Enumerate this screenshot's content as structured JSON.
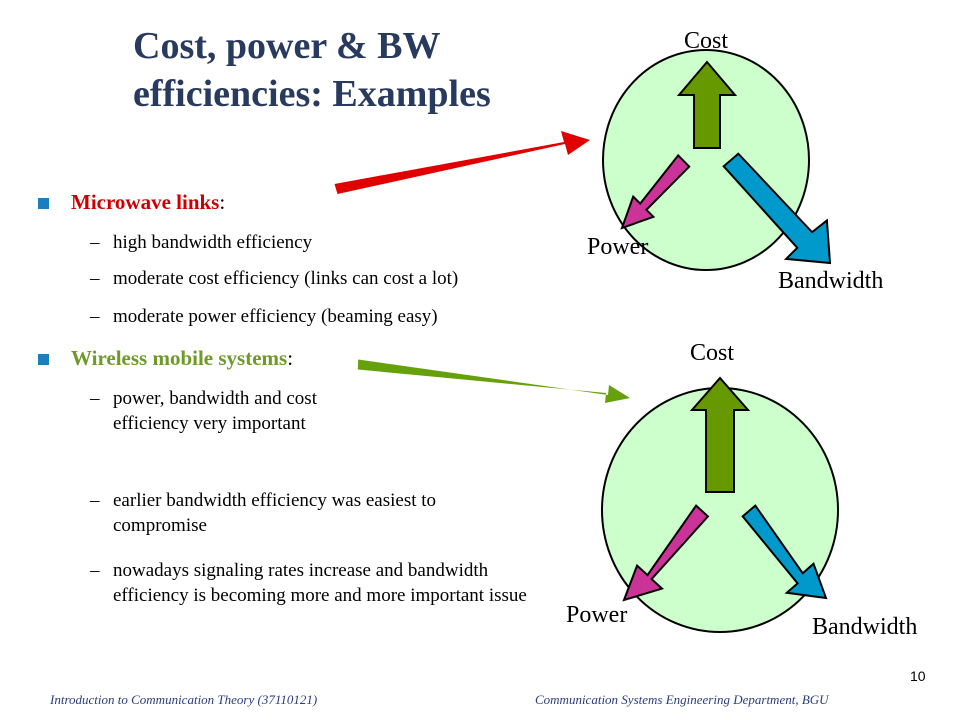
{
  "title": "Cost, power & BW efficiencies: Examples",
  "bullets": [
    {
      "label": "Microwave links",
      "colon": ":",
      "subitems": [
        "high bandwidth efficiency",
        "moderate cost efficiency (links can cost a lot)",
        "moderate power efficiency (beaming easy)"
      ]
    },
    {
      "label": "Wireless mobile systems",
      "colon": ":",
      "subitems": [
        "power, bandwidth and cost efficiency very important",
        "earlier bandwidth efficiency was easiest to compromise",
        "nowadays signaling rates increase and bandwidth efficiency is becoming more and more important issue"
      ]
    }
  ],
  "diagrams": [
    {
      "cost_label": "Cost",
      "power_label": "Power",
      "bandwidth_label": "Bandwidth"
    },
    {
      "cost_label": "Cost",
      "power_label": "Power",
      "bandwidth_label": "Bandwidth"
    }
  ],
  "footer": {
    "left": "Introduction to Communication Theory (37110121)",
    "right": "Communication Systems Engineering Department, BGU",
    "page_number": "10"
  },
  "colors": {
    "title": "#283a5e",
    "bullet_square": "#1b7fbf",
    "microwave_label": "#cc0000",
    "wireless_label": "#6e9a2a",
    "circle_fill": "#ccffcc",
    "cost_arrow": "#669900",
    "power_arrow": "#cc3399",
    "bandwidth_arrow": "#0099cc",
    "pointer_red": "#e00000",
    "pointer_green": "#66a00a",
    "footer_text": "#2a3d7a"
  }
}
